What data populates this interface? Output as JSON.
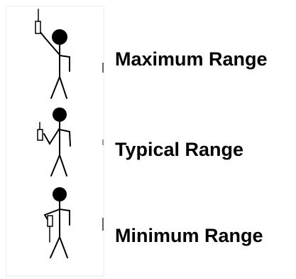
{
  "ranges": [
    {
      "label": "Maximum Range",
      "radio_position": "raised overhead"
    },
    {
      "label": "Typical Range",
      "radio_position": "held at shoulder"
    },
    {
      "label": "Minimum Range",
      "radio_position": "held at waist"
    }
  ],
  "colors": {
    "ink": "#000000",
    "background": "#ffffff",
    "panel_border": "#ececec"
  }
}
